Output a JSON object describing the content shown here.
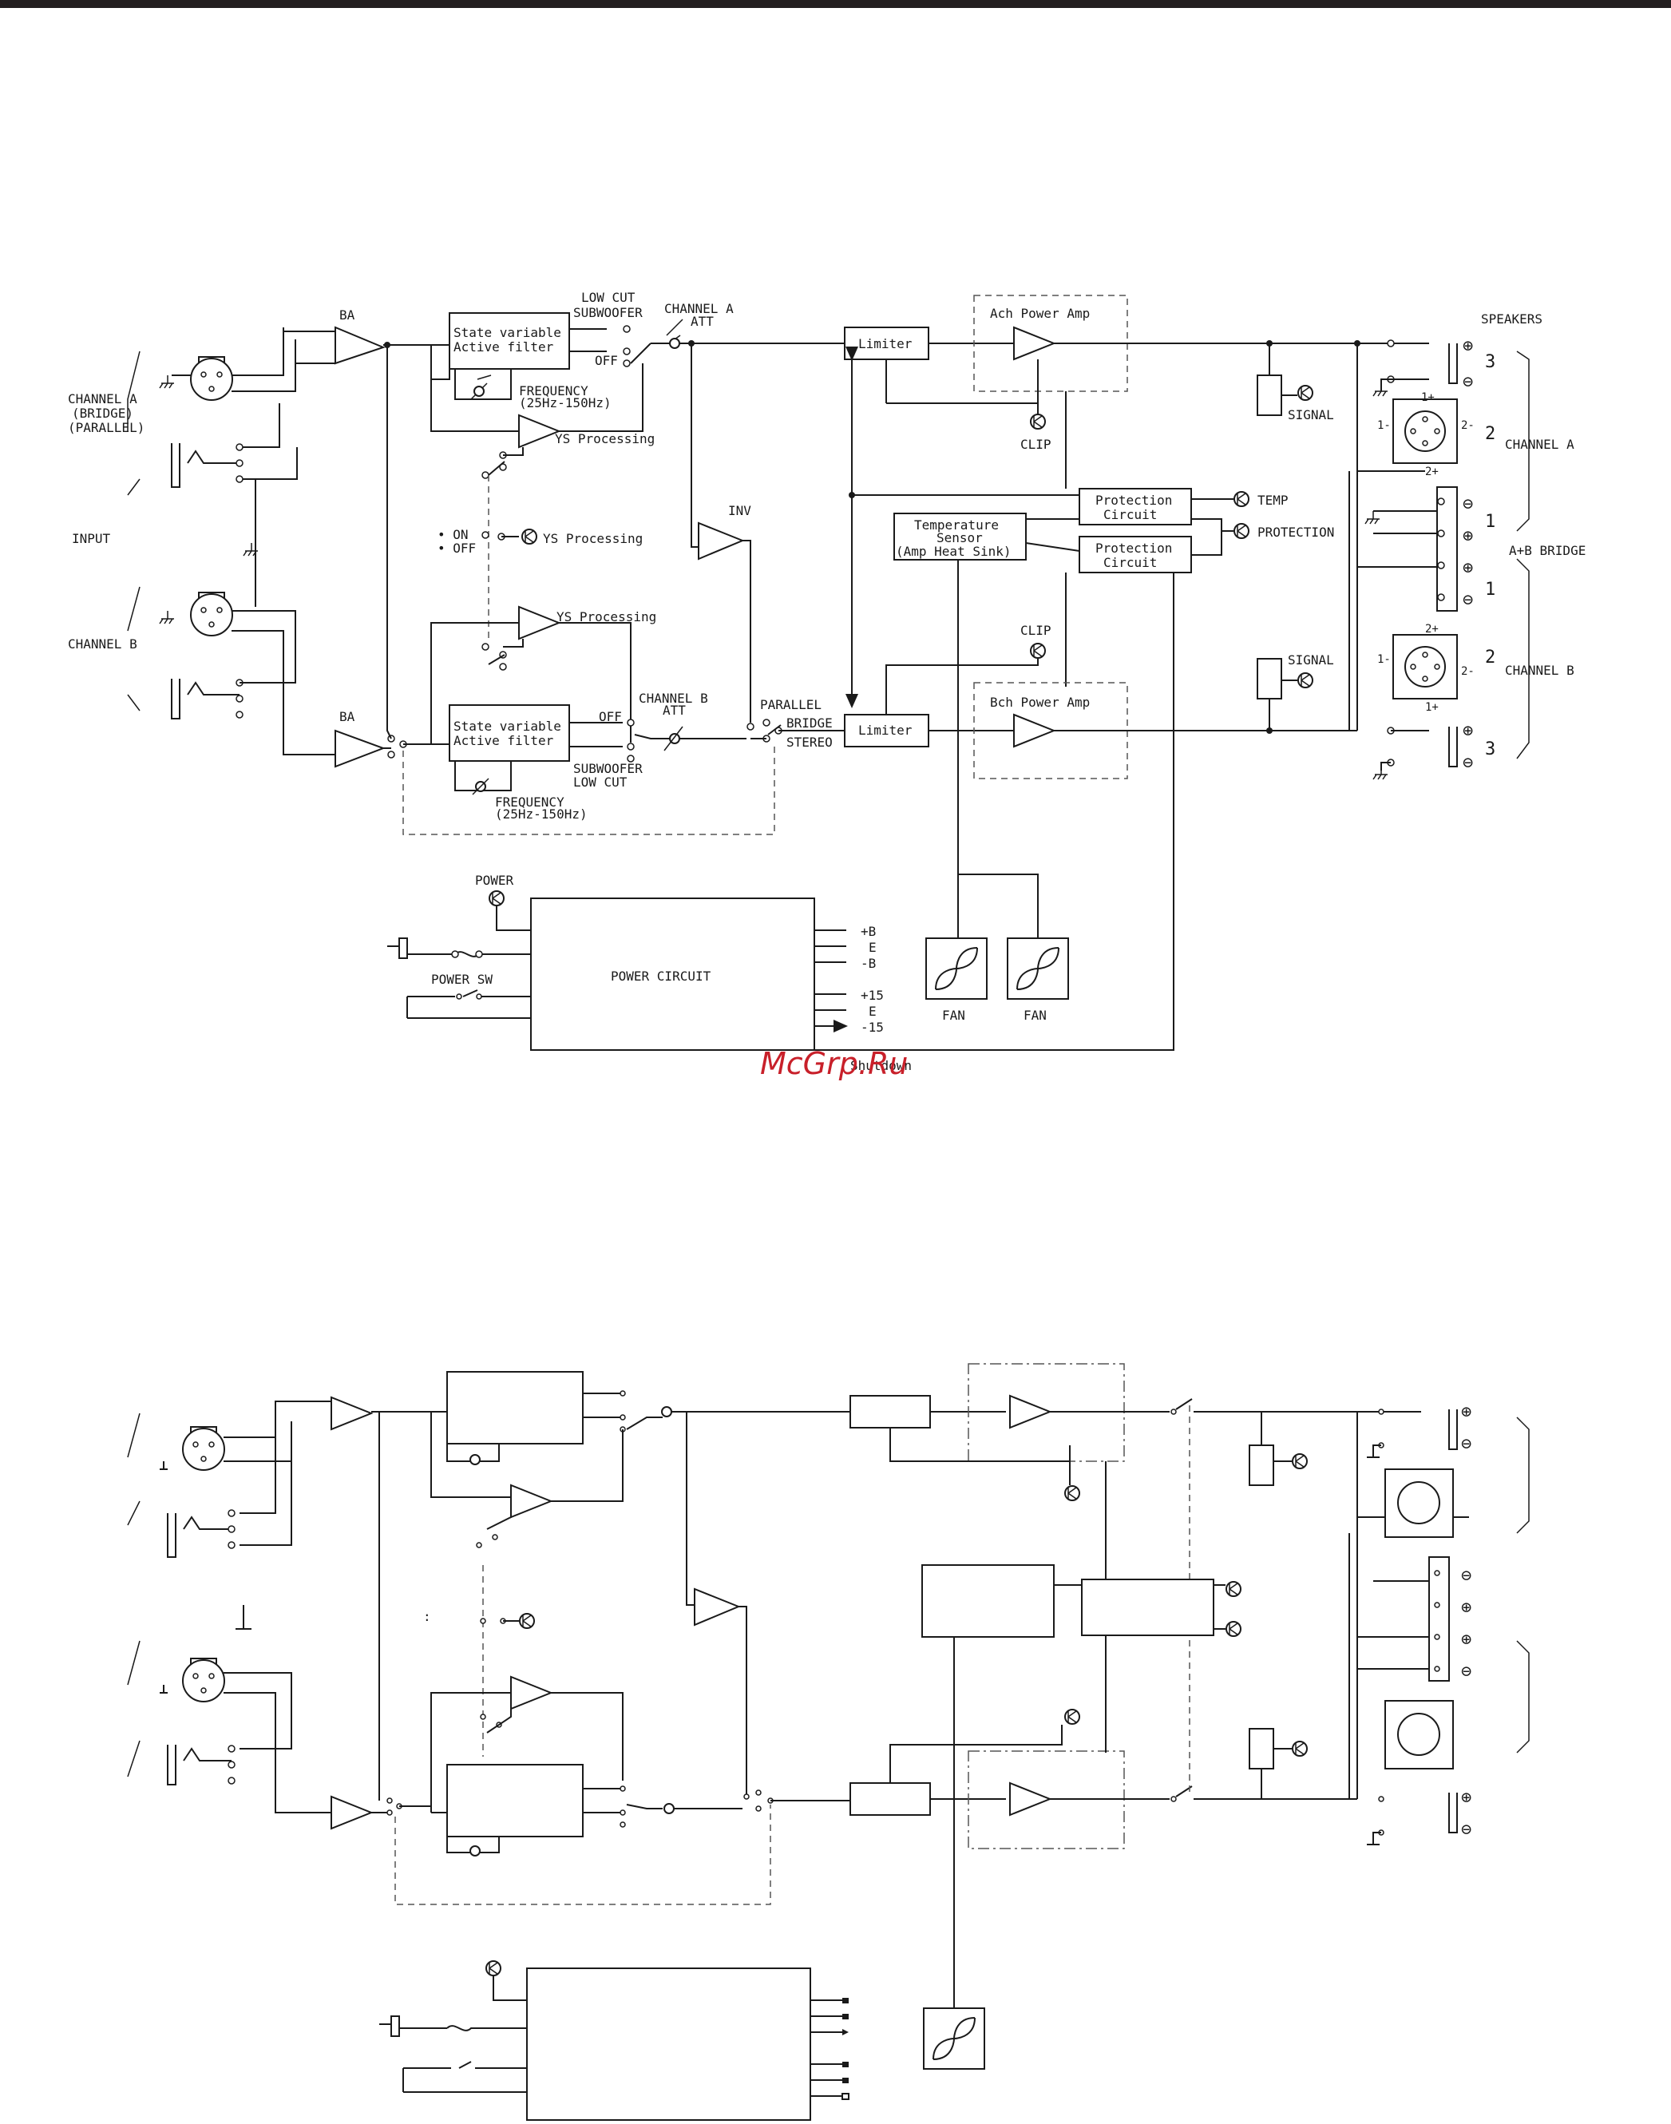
{
  "watermark": "McGrp.Ru",
  "diagram_top": {
    "amp_a_label": "BA",
    "amp_b_label": "BA",
    "input_label": "INPUT",
    "channel_a_input": [
      "CHANNEL A",
      "(BRIDGE)",
      "(PARALLEL)"
    ],
    "channel_b_input": "CHANNEL B",
    "filter_a": [
      "State variable",
      "Active filter"
    ],
    "filter_b": [
      "State variable",
      "Active filter"
    ],
    "freq_a": [
      "FREQUENCY",
      "(25Hz-150Hz)"
    ],
    "freq_b": [
      "FREQUENCY",
      "(25Hz-150Hz)"
    ],
    "low_cut_a": "LOW CUT",
    "subwoofer_a": "SUBWOOFER",
    "off_a": "OFF",
    "low_cut_b": "LOW CUT",
    "subwoofer_b": "SUBWOOFER",
    "off_b": "OFF",
    "att_a": [
      "CHANNEL A",
      "ATT"
    ],
    "att_b": [
      "CHANNEL B",
      "ATT"
    ],
    "ys_processing_a": "YS Processing",
    "ys_processing_b": "YS Processing",
    "ys_processing_led": "YS Processing",
    "ys_on": "• ON",
    "ys_off": "• OFF",
    "inv": "INV",
    "mode_parallel": "PARALLEL",
    "mode_bridge": "BRIDGE",
    "mode_stereo": "STEREO",
    "limiter_a": "Limiter",
    "limiter_b": "Limiter",
    "power_amp_a": "Ach Power Amp",
    "power_amp_b": "Bch Power Amp",
    "clip_a": "CLIP",
    "clip_b": "CLIP",
    "temp_sensor": [
      "Temperature",
      "Sensor",
      "(Amp Heat Sink)"
    ],
    "protection_1": [
      "Protection",
      "Circuit"
    ],
    "protection_2": [
      "Protection",
      "Circuit"
    ],
    "temp": "TEMP",
    "protection": "PROTECTION",
    "signal_a": "SIGNAL",
    "signal_b": "SIGNAL",
    "speakers": "SPEAKERS",
    "channel_a_out": "CHANNEL A",
    "channel_b_out": "CHANNEL B",
    "bridge_out": "A+B BRIDGE",
    "pin_3_top": "3",
    "pin_2_a": "2",
    "pin_1_a": "1",
    "pin_1_b": "1",
    "pin_2_b": "2",
    "pin_3_bottom": "3",
    "xlr_a_pins": [
      "1+",
      "1-",
      "2-",
      "2+"
    ],
    "xlr_b_pins": [
      "2+",
      "1-",
      "2-",
      "1+"
    ],
    "plus": "⊕",
    "minus": "⊖",
    "power_led": "POWER",
    "power_sw": "POWER SW",
    "power_circuit": "POWER CIRCUIT",
    "rails": [
      "+B",
      "E",
      "-B",
      "+15",
      "E",
      "-15"
    ],
    "shutdown": "Shutdown",
    "fan_1": "FAN",
    "fan_2": "FAN"
  },
  "diagram_bottom": {
    "dots": ":"
  }
}
